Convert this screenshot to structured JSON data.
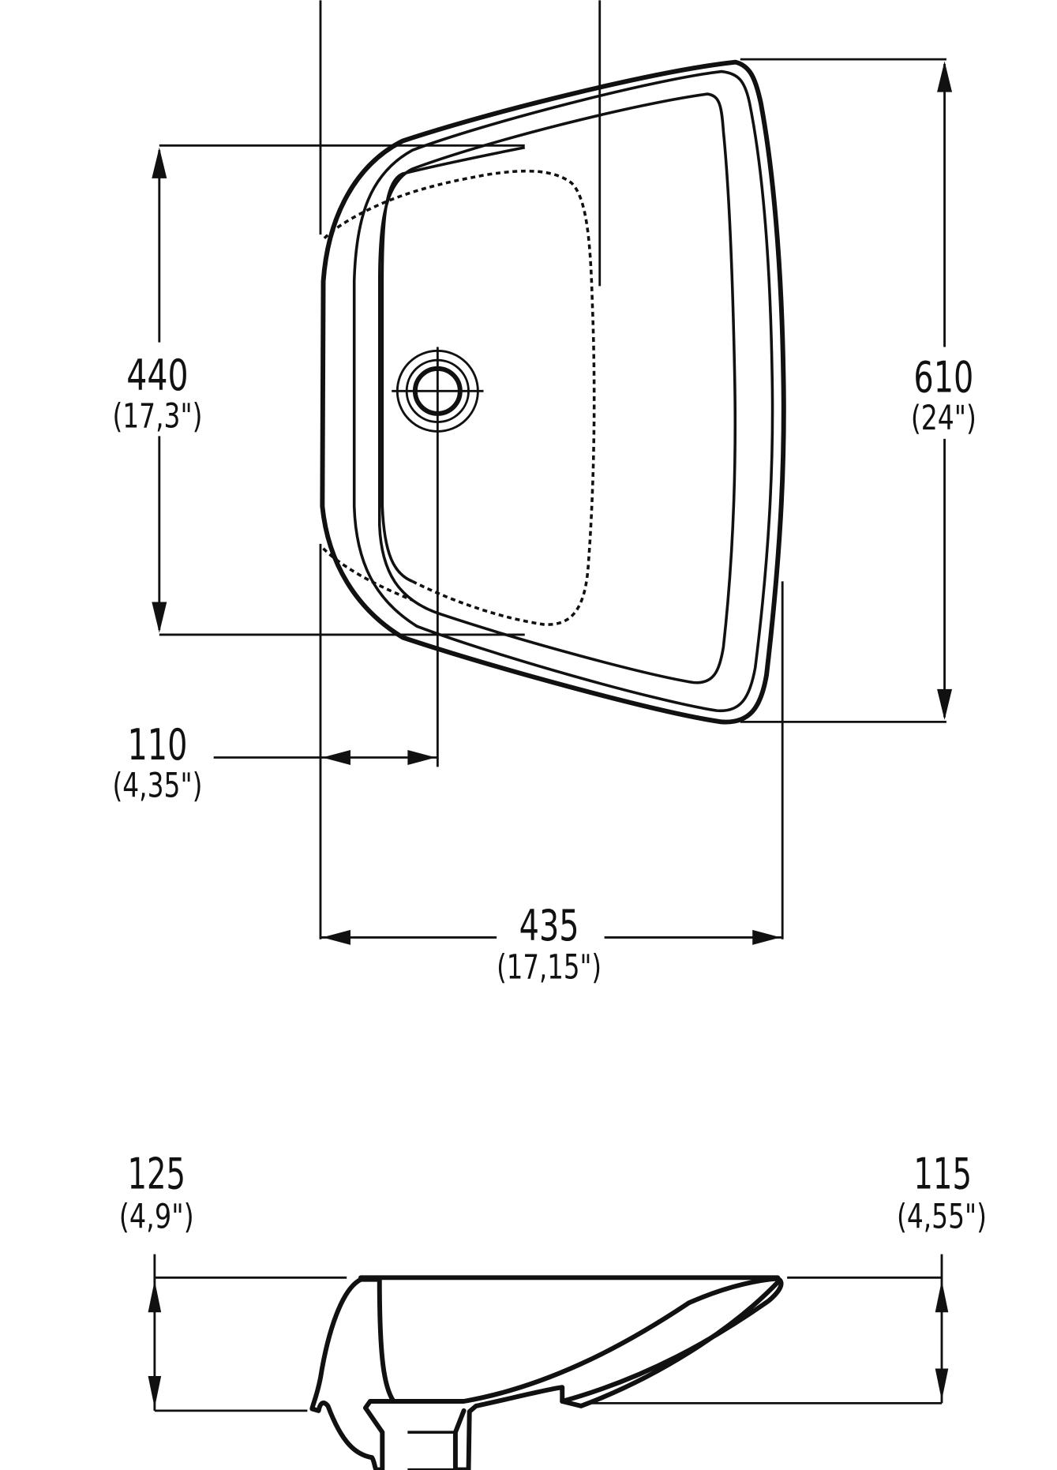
{
  "title": "Washbasin dimension drawing",
  "top_view": {
    "depth_inner": {
      "mm": "440",
      "inch": "(17,3\")"
    },
    "depth_outer": {
      "mm": "610",
      "inch": "(24\")"
    },
    "drain_offset": {
      "mm": "110",
      "inch": "(4,35\")"
    },
    "width": {
      "mm": "435",
      "inch": "(17,15\")"
    }
  },
  "side_view": {
    "height_left": {
      "mm": "125",
      "inch": "(4,9\")"
    },
    "height_right": {
      "mm": "115",
      "inch": "(4,55\")"
    }
  },
  "colors": {
    "line": "#111111",
    "background": "#ffffff"
  }
}
